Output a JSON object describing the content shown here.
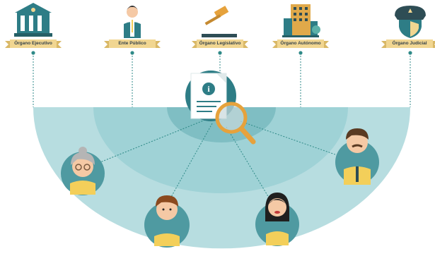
{
  "organs": [
    {
      "label": "Órgano Ejecutivo",
      "icon": "government-building-icon"
    },
    {
      "label": "Ente Público",
      "icon": "public-official-icon"
    },
    {
      "label": "Órgano Legislativo",
      "icon": "gavel-icon"
    },
    {
      "label": "Órgano Autónomo",
      "icon": "office-building-icon"
    },
    {
      "label": "Órgano Judicial",
      "icon": "police-shield-icon"
    }
  ],
  "center": {
    "icon": "information-document-icon",
    "magnifier": "magnifying-glass-icon"
  },
  "citizens": [
    {
      "icon": "elderly-woman-avatar"
    },
    {
      "icon": "young-man-avatar"
    },
    {
      "icon": "woman-avatar"
    },
    {
      "icon": "man-with-tie-avatar"
    }
  ],
  "colors": {
    "fan_light": "#b7dde0",
    "fan_mid": "#8ccbd0",
    "fan_dark": "#5aa7ad",
    "teal": "#2f8a88",
    "ribbon": "#f1d691",
    "skin": "#f5c9a5",
    "shirt_yellow": "#f3cf5a",
    "avatar_bg": "#4f9aa1"
  }
}
